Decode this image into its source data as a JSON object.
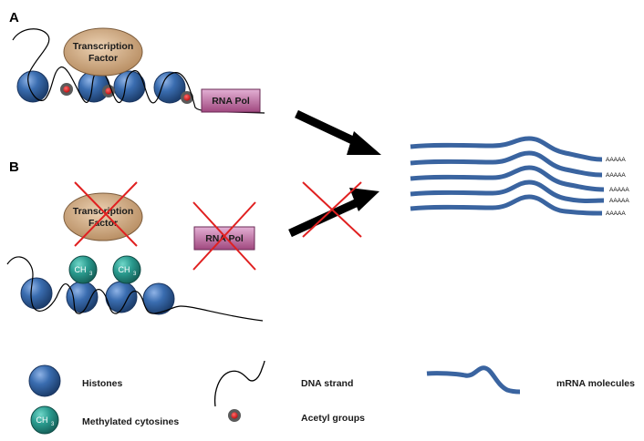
{
  "panels": {
    "a": "A",
    "b": "B"
  },
  "transcription_factor": {
    "line1": "Transcription",
    "line2": "Factor"
  },
  "rna_pol": "RNA Pol",
  "methyl_label": {
    "main": "CH",
    "sub": "3"
  },
  "poly_a": [
    "AAAAA",
    "AAAAA",
    "AAAAA",
    "AAAAA",
    "AAAAA"
  ],
  "legend": {
    "histones": "Histones",
    "methylated": "Methylated cytosines",
    "dna": "DNA strand",
    "acetyl": "Acetyl groups",
    "mrna": "mRNA molecules"
  },
  "colors": {
    "histone": "#2f5d9c",
    "methyl": "#2a9a8e",
    "acetyl": "#e02020",
    "tf": "#c9a27a",
    "pol": "#b85c9a",
    "mrna": "#3a64a0",
    "cross": "#e02020"
  }
}
